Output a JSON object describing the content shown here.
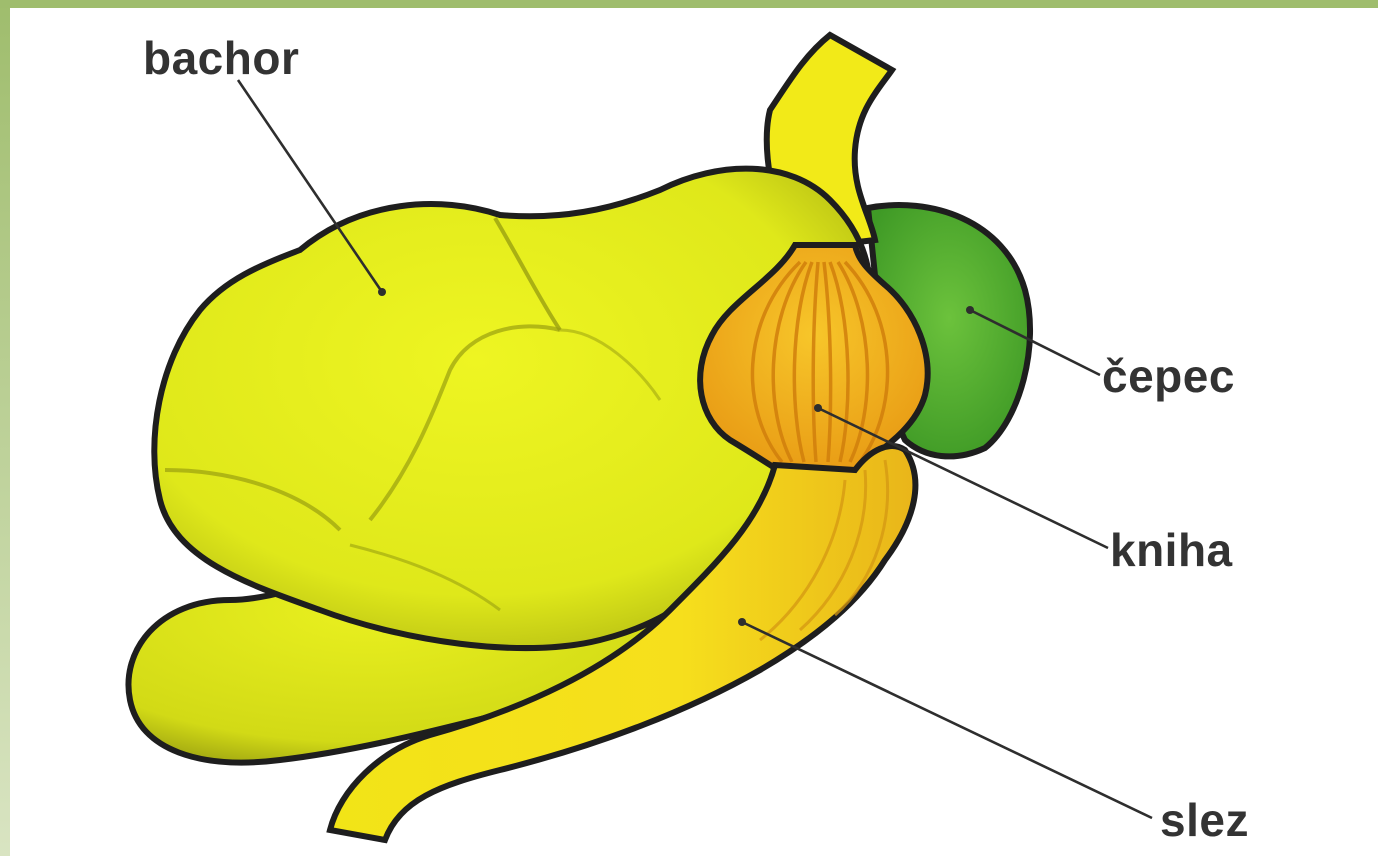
{
  "labels": {
    "rumen": "bachor",
    "reticulum": "čepec",
    "omasum": "kniha",
    "abomasum": "slez"
  },
  "colors": {
    "rumen": "#e6ef1c",
    "reticulum": "#5bb432",
    "omasum": "#f2b41e",
    "abomasum": "#f4e11a",
    "outline": "#1e1e1e",
    "label_text": "#333333",
    "frame": "#9fbd6d"
  }
}
